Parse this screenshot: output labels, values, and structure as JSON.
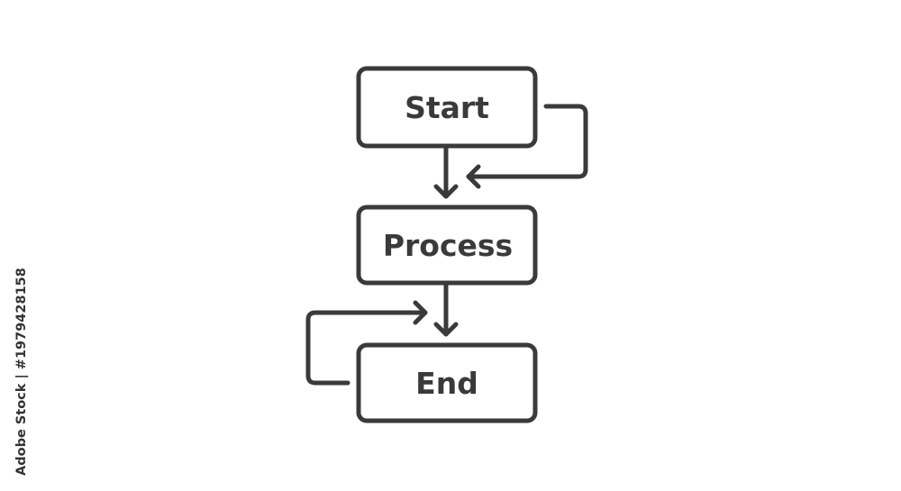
{
  "diagram": {
    "nodes": [
      {
        "id": "start",
        "label": "Start"
      },
      {
        "id": "process",
        "label": "Process"
      },
      {
        "id": "end",
        "label": "End"
      }
    ],
    "edges": [
      {
        "from": "start",
        "to": "process",
        "kind": "straight"
      },
      {
        "from": "start",
        "to": "start-process-connector",
        "kind": "loop-right"
      },
      {
        "from": "process",
        "to": "end",
        "kind": "straight"
      },
      {
        "from": "end",
        "to": "process-end-connector",
        "kind": "loop-left"
      }
    ]
  },
  "watermark": {
    "side_text": "Adobe Stock | #1979428158"
  },
  "colors": {
    "stroke": "#3a3a3a",
    "background": "#ffffff",
    "watermark": "#d9d9d9"
  }
}
